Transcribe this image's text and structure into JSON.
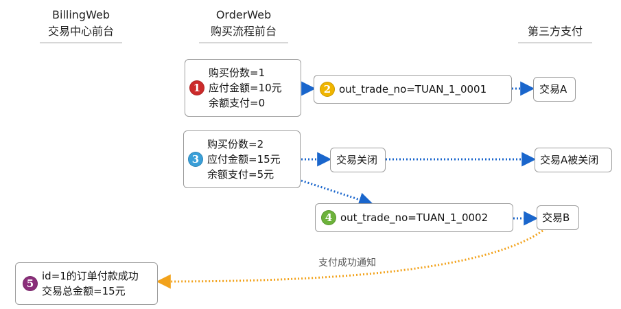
{
  "columns": {
    "billing": {
      "line1": "BillingWeb",
      "line2": "交易中心前台"
    },
    "order": {
      "line1": "OrderWeb",
      "line2": "购买流程前台"
    },
    "third": {
      "line1": "第三方支付"
    }
  },
  "nodes": {
    "order1": {
      "badge": "1",
      "lines": [
        "购买份数=1",
        "应付金额=10元",
        "余额支付=0"
      ]
    },
    "trade1": {
      "badge": "2",
      "text": "out_trade_no=TUAN_1_0001"
    },
    "txA": {
      "text": "交易A"
    },
    "order2": {
      "badge": "3",
      "lines": [
        "购买份数=2",
        "应付金额=15元",
        "余额支付=5元"
      ]
    },
    "closeTx": {
      "text": "交易关闭"
    },
    "txAClosed": {
      "text": "交易A被关闭"
    },
    "trade2": {
      "badge": "4",
      "text": "out_trade_no=TUAN_1_0002"
    },
    "txB": {
      "text": "交易B"
    },
    "success": {
      "badge": "5",
      "lines": [
        "id=1的订单付款成功",
        "交易总金额=15元"
      ]
    }
  },
  "edge_label": "支付成功通知",
  "colors": {
    "blue_edge": "#1a66cc",
    "orange_edge": "#f2a21b",
    "badge1": "#cc2a2a",
    "badge2": "#f0b500",
    "badge3": "#3a9fd8",
    "badge4": "#6cb23a",
    "badge5": "#8a2e7a"
  }
}
